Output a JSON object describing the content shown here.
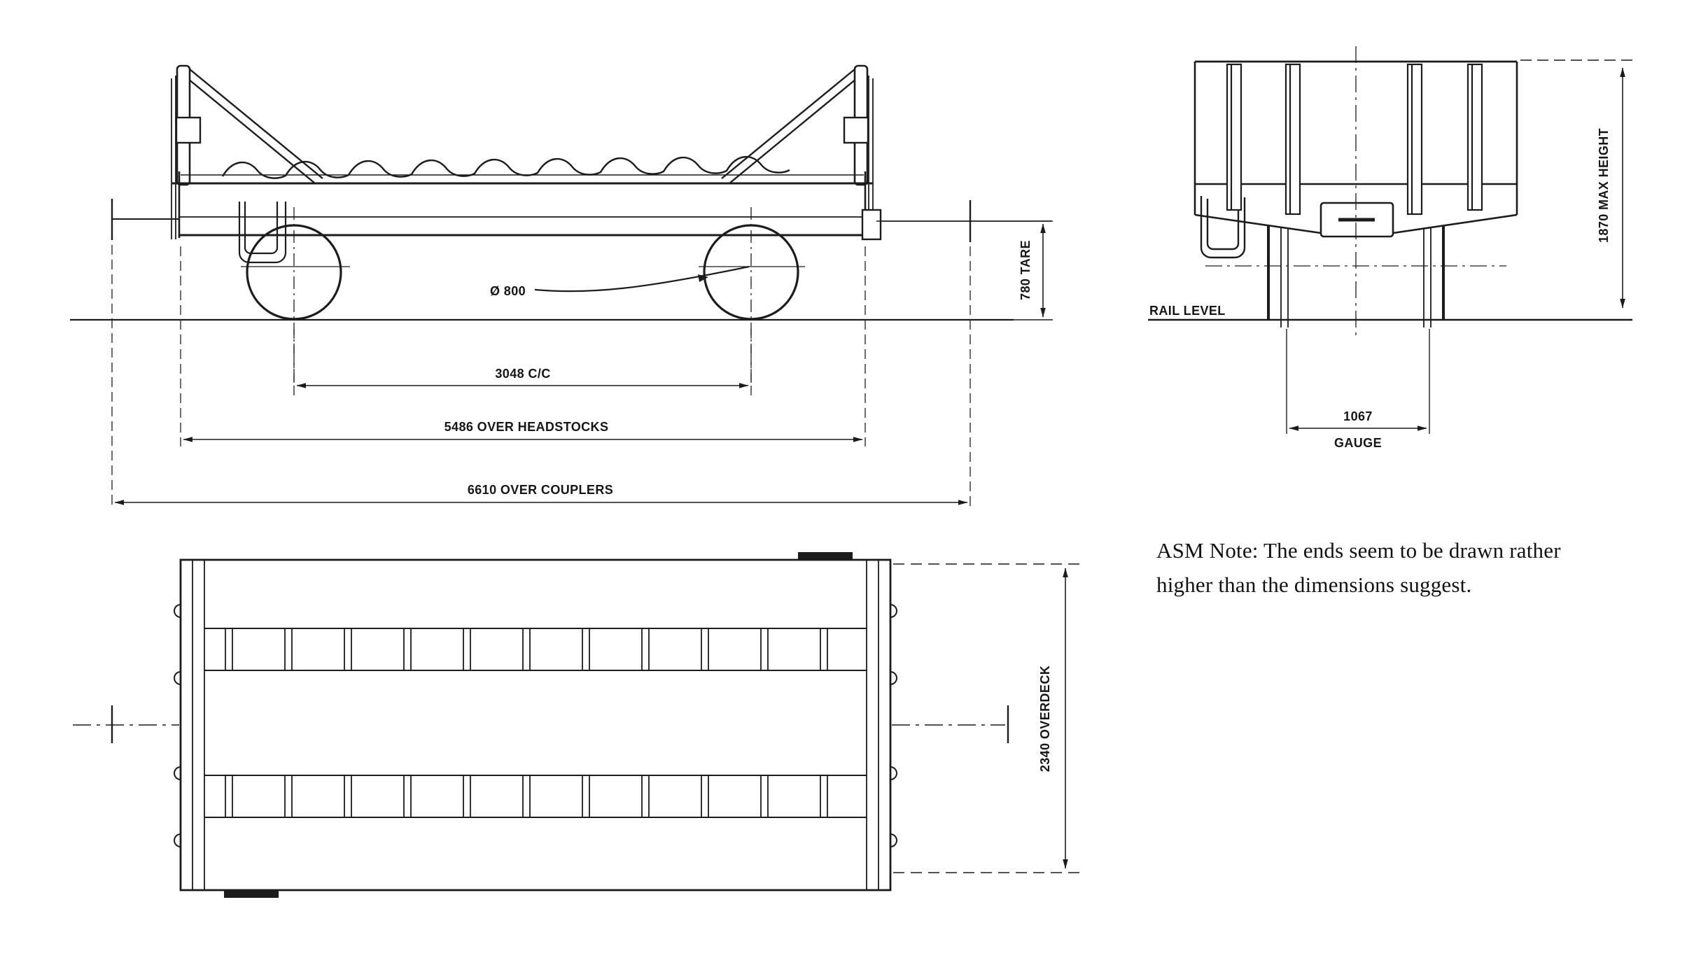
{
  "drawing": {
    "background": "#ffffff",
    "ink": "#1c1c1c",
    "side_view": {
      "dim_wheelbase": "3048 C/C",
      "dim_headstocks": "5486 OVER HEADSTOCKS",
      "dim_couplers": "6610 OVER COUPLERS",
      "dim_tare_height": "780 TARE",
      "wheel_diameter": "Ø 800"
    },
    "end_view": {
      "rail_level": "RAIL LEVEL",
      "dim_max_height": "1870 MAX HEIGHT",
      "dim_gauge_value": "1067",
      "dim_gauge_label": "GAUGE"
    },
    "plan_view": {
      "dim_overdeck": "2340 OVERDECK"
    },
    "note": {
      "line1": "ASM Note:  The ends seem to be drawn rather",
      "line2": "higher than the dimensions suggest."
    }
  }
}
